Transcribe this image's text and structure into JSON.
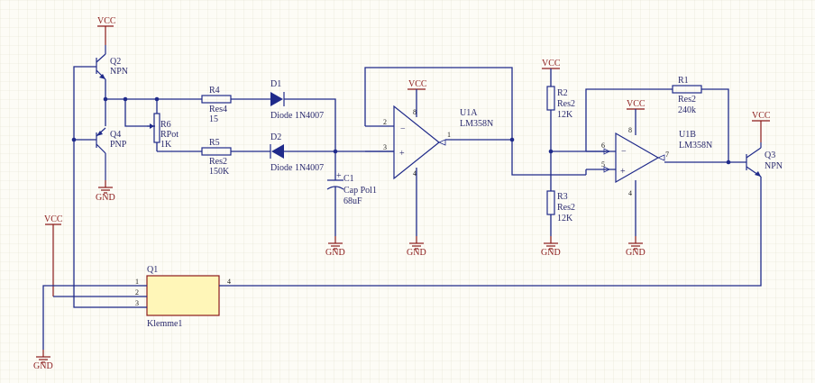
{
  "power": {
    "vcc": "VCC",
    "gnd": "GND"
  },
  "components": {
    "q2": {
      "ref": "Q2",
      "type": "NPN"
    },
    "q4": {
      "ref": "Q4",
      "type": "PNP"
    },
    "q3": {
      "ref": "Q3",
      "type": "NPN"
    },
    "r4": {
      "ref": "R4",
      "name": "Res4",
      "value": "15"
    },
    "r5": {
      "ref": "R5",
      "name": "Res2",
      "value": "150K"
    },
    "r6": {
      "ref": "R6",
      "name": "RPot",
      "value": "1K"
    },
    "d1": {
      "ref": "D1",
      "name": "Diode 1N4007"
    },
    "d2": {
      "ref": "D2",
      "name": "Diode 1N4007"
    },
    "c1": {
      "ref": "C1",
      "name": "Cap Pol1",
      "value": "68uF"
    },
    "u1a": {
      "ref": "U1A",
      "name": "LM358N",
      "pins": {
        "inv": "2",
        "noninv": "3",
        "out": "1",
        "top": "8",
        "bottom": "4"
      }
    },
    "u1b": {
      "ref": "U1B",
      "name": "LM358N",
      "pins": {
        "inv": "6",
        "noninv": "5",
        "out": "7",
        "top": "8",
        "bottom": "4"
      }
    },
    "r1": {
      "ref": "R1",
      "name": "Res2",
      "value": "240k"
    },
    "r2": {
      "ref": "R2",
      "name": "Res2",
      "value": "12K"
    },
    "r3": {
      "ref": "R3",
      "name": "Res2",
      "value": "12K"
    },
    "q1": {
      "ref": "Q1",
      "name": "Klemme1",
      "pins": [
        "1",
        "2",
        "3",
        "4"
      ]
    }
  },
  "colors": {
    "background": "#fdfcf6",
    "grid": "#e2e0d0",
    "wire": "#1f2a8a",
    "power": "#8b1a1a",
    "label": "#2a2a6e",
    "klemme_fill": "#fff6b8",
    "klemme_stroke": "#8b1a1a",
    "diode_fill": "#1f2a8a"
  }
}
